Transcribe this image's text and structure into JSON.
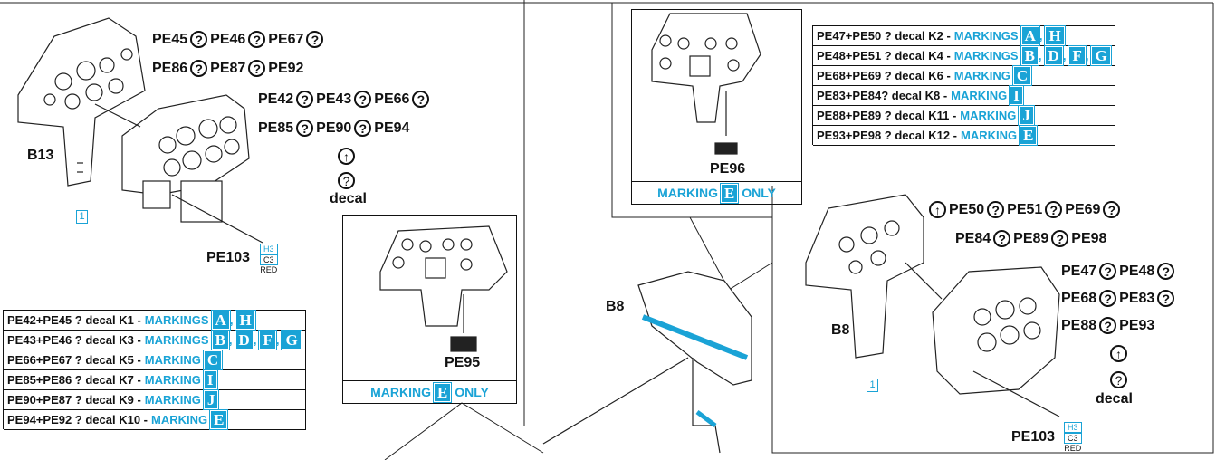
{
  "left_panel": {
    "top_labels": [
      [
        "PE45",
        "PE46",
        "PE67"
      ],
      [
        "PE86",
        "PE87",
        "PE92"
      ],
      [
        "PE42",
        "PE43",
        "PE66"
      ],
      [
        "PE85",
        "PE90",
        "PE94"
      ]
    ],
    "part_b13": "B13",
    "part_num": "1",
    "pe103": "PE103",
    "ref_h3": "H3",
    "ref_c3": "C3",
    "ref_red": "RED",
    "decal": "decal",
    "q": "?",
    "arrow": "↑",
    "table": [
      {
        "text": "PE42+PE45 ? decal K1 - ",
        "marking": "MARKINGS",
        "badges": [
          "A",
          "H"
        ]
      },
      {
        "text": "PE43+PE46 ? decal K3 - ",
        "marking": "MARKINGS",
        "badges": [
          "B",
          "D",
          "F",
          "G"
        ]
      },
      {
        "text": "PE66+PE67 ? decal K5 - ",
        "marking": "MARKING",
        "badges": [
          "C"
        ]
      },
      {
        "text": "PE85+PE86 ? decal K7 - ",
        "marking": "MARKING",
        "badges": [
          "I"
        ]
      },
      {
        "text": "PE90+PE87 ? decal K9 - ",
        "marking": "MARKING",
        "badges": [
          "J"
        ]
      },
      {
        "text": "PE94+PE92 ? decal K10 - ",
        "marking": "MARKING",
        "badges": [
          "E"
        ]
      }
    ]
  },
  "pe95_box": {
    "label": "PE95",
    "marking": "MARKING",
    "badge": "E",
    "only": "ONLY"
  },
  "pe96_box": {
    "label": "PE96",
    "marking": "MARKING",
    "badge": "E",
    "only": "ONLY"
  },
  "center": {
    "b8": "B8"
  },
  "right_panel": {
    "table": [
      {
        "text": "PE47+PE50 ? decal K2 - ",
        "marking": "MARKINGS",
        "badges": [
          "A",
          "H"
        ]
      },
      {
        "text": "PE48+PE51 ? decal K4 - ",
        "marking": "MARKINGS",
        "badges": [
          "B",
          "D",
          "F",
          "G"
        ]
      },
      {
        "text": "PE68+PE69  ? decal K6 - ",
        "marking": "MARKING",
        "badges": [
          "C"
        ]
      },
      {
        "text": "PE83+PE84? decal K8 - ",
        "marking": "MARKING",
        "badges": [
          "I"
        ]
      },
      {
        "text": "PE88+PE89 ? decal K11 - ",
        "marking": "MARKING",
        "badges": [
          "J"
        ]
      },
      {
        "text": "PE93+PE98 ? decal K12 - ",
        "marking": "MARKING",
        "badges": [
          "E"
        ]
      }
    ],
    "labels_top": [
      [
        "PE50",
        "PE51",
        "PE69"
      ],
      [
        "PE84",
        "PE89",
        "PE98"
      ]
    ],
    "labels_side": [
      [
        "PE47",
        "PE48"
      ],
      [
        "PE68",
        "PE83"
      ],
      [
        "PE88",
        "PE93"
      ]
    ],
    "part_b8": "B8",
    "part_num": "1",
    "pe103": "PE103",
    "ref_h3": "H3",
    "ref_c3": "C3",
    "ref_red": "RED",
    "decal": "decal"
  },
  "colors": {
    "accent": "#1aa3d6",
    "ink": "#111111"
  }
}
